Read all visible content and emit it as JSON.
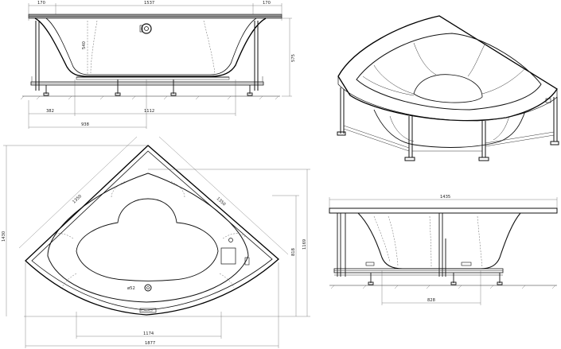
{
  "views": {
    "front_section": {
      "dims": {
        "rim_left": "170",
        "overall_width": "1537",
        "rim_right": "170",
        "depth": "540",
        "height": "575",
        "offset_left": "382",
        "inner_length": "1112",
        "drain_offset": "938"
      }
    },
    "plan": {
      "dims": {
        "side_a": "1350",
        "side_b": "1350",
        "diagonal": "1430",
        "depth_right": "1169",
        "inner_depth": "818",
        "drain": "ø52",
        "inner_width": "1174",
        "overall_width": "1877"
      }
    },
    "side_elevation": {
      "dims": {
        "width": "1435",
        "leg_span": "828"
      }
    }
  },
  "colors": {
    "line": "#111111",
    "background": "#ffffff"
  }
}
